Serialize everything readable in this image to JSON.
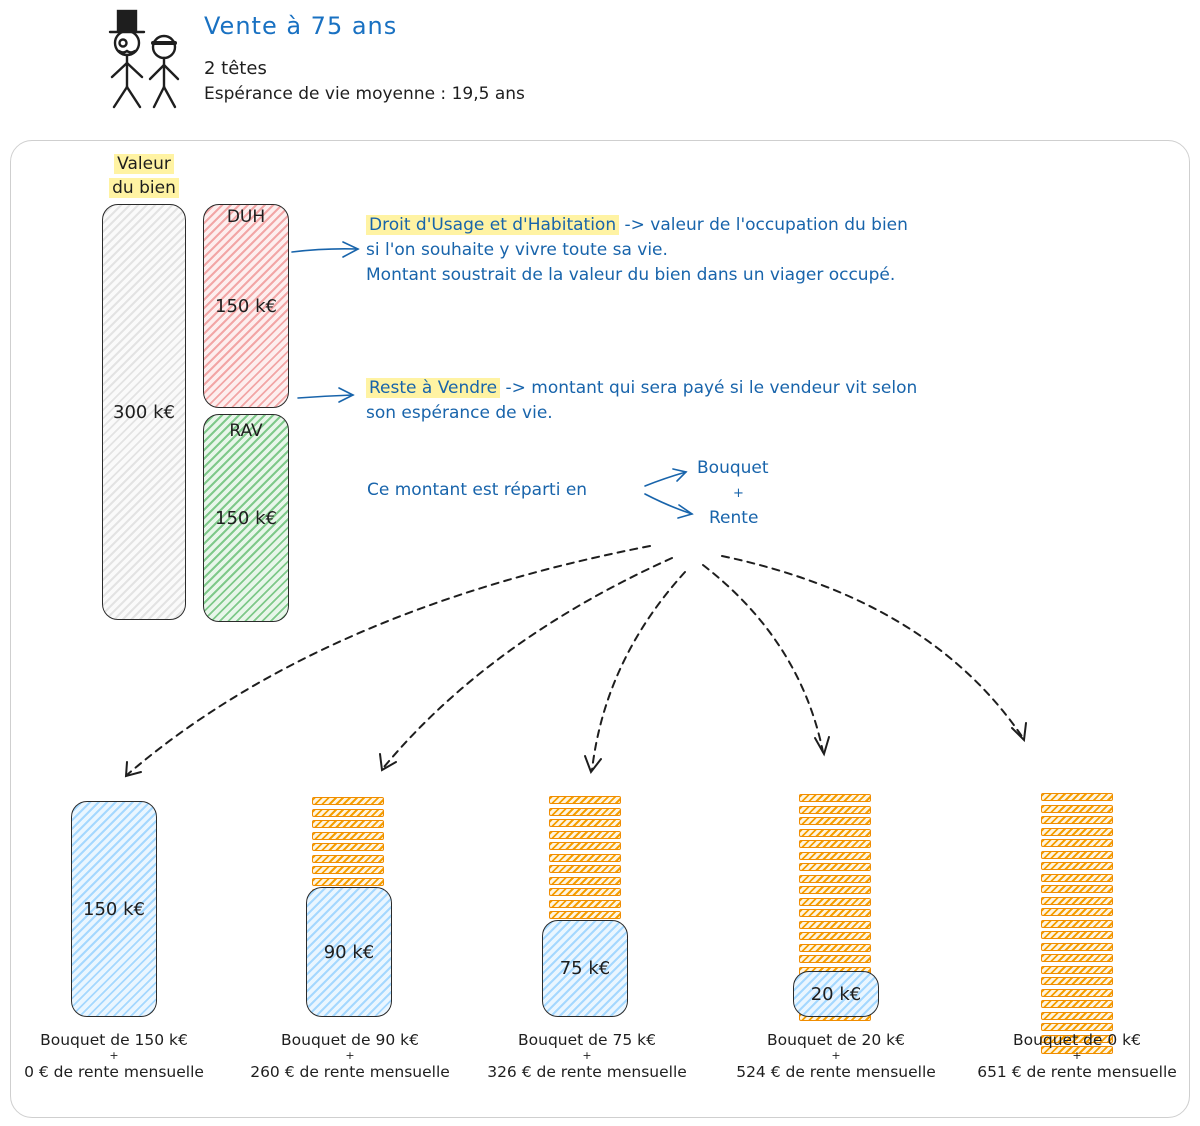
{
  "header": {
    "title": "Vente à 75 ans",
    "heads": "2 têtes",
    "life_expectancy": "Espérance de vie moyenne : 19,5 ans"
  },
  "bars": {
    "value_label_line1": "Valeur",
    "value_label_line2": "du bien",
    "value_amount": "300 k€",
    "duh_label": "DUH",
    "duh_amount": "150 k€",
    "rav_label": "RAV",
    "rav_amount": "150 k€"
  },
  "notes": {
    "duh_term": "Droit d'Usage et d'Habitation",
    "duh_rest": " -> valeur de l'occupation du bien",
    "duh_line2": "si l'on souhaite y vivre toute sa vie.",
    "duh_line3": "Montant soustrait de la valeur du bien dans un viager occupé.",
    "rav_term": "Reste à Vendre",
    "rav_rest": " -> montant qui sera payé si le vendeur vit selon",
    "rav_line2": "son espérance de vie.",
    "split_text": "Ce montant est réparti en",
    "bouquet": "Bouquet",
    "plus": "+",
    "rente": "Rente"
  },
  "scenarios": [
    {
      "bouquet_amount": "150 k€",
      "coins": 0,
      "line1": "Bouquet de 150 k€",
      "plus": "+",
      "line2": "0 € de rente mensuelle"
    },
    {
      "bouquet_amount": "90 k€",
      "coins": 10,
      "line1": "Bouquet de 90 k€",
      "plus": "+",
      "line2": "260 € de rente mensuelle"
    },
    {
      "bouquet_amount": "75 k€",
      "coins": 13,
      "line1": "Bouquet de 75 k€",
      "plus": "+",
      "line2": "326 € de rente mensuelle"
    },
    {
      "bouquet_amount": "20 k€",
      "coins": 20,
      "line1": "Bouquet de 20 k€",
      "plus": "+",
      "line2": "524 € de rente mensuelle"
    },
    {
      "bouquet_amount": "",
      "coins": 23,
      "line1": "Bouquet de 0 k€",
      "plus": "+",
      "line2": "651 € de rente mensuelle"
    }
  ],
  "colors": {
    "ink_blue": "#1864ab",
    "highlight": "#fff3a3",
    "coin_orange": "#f59f00",
    "duh_red": "#f2a6a6",
    "rav_green": "#7fc98a",
    "bouquet_blue": "#a5d8ff"
  }
}
